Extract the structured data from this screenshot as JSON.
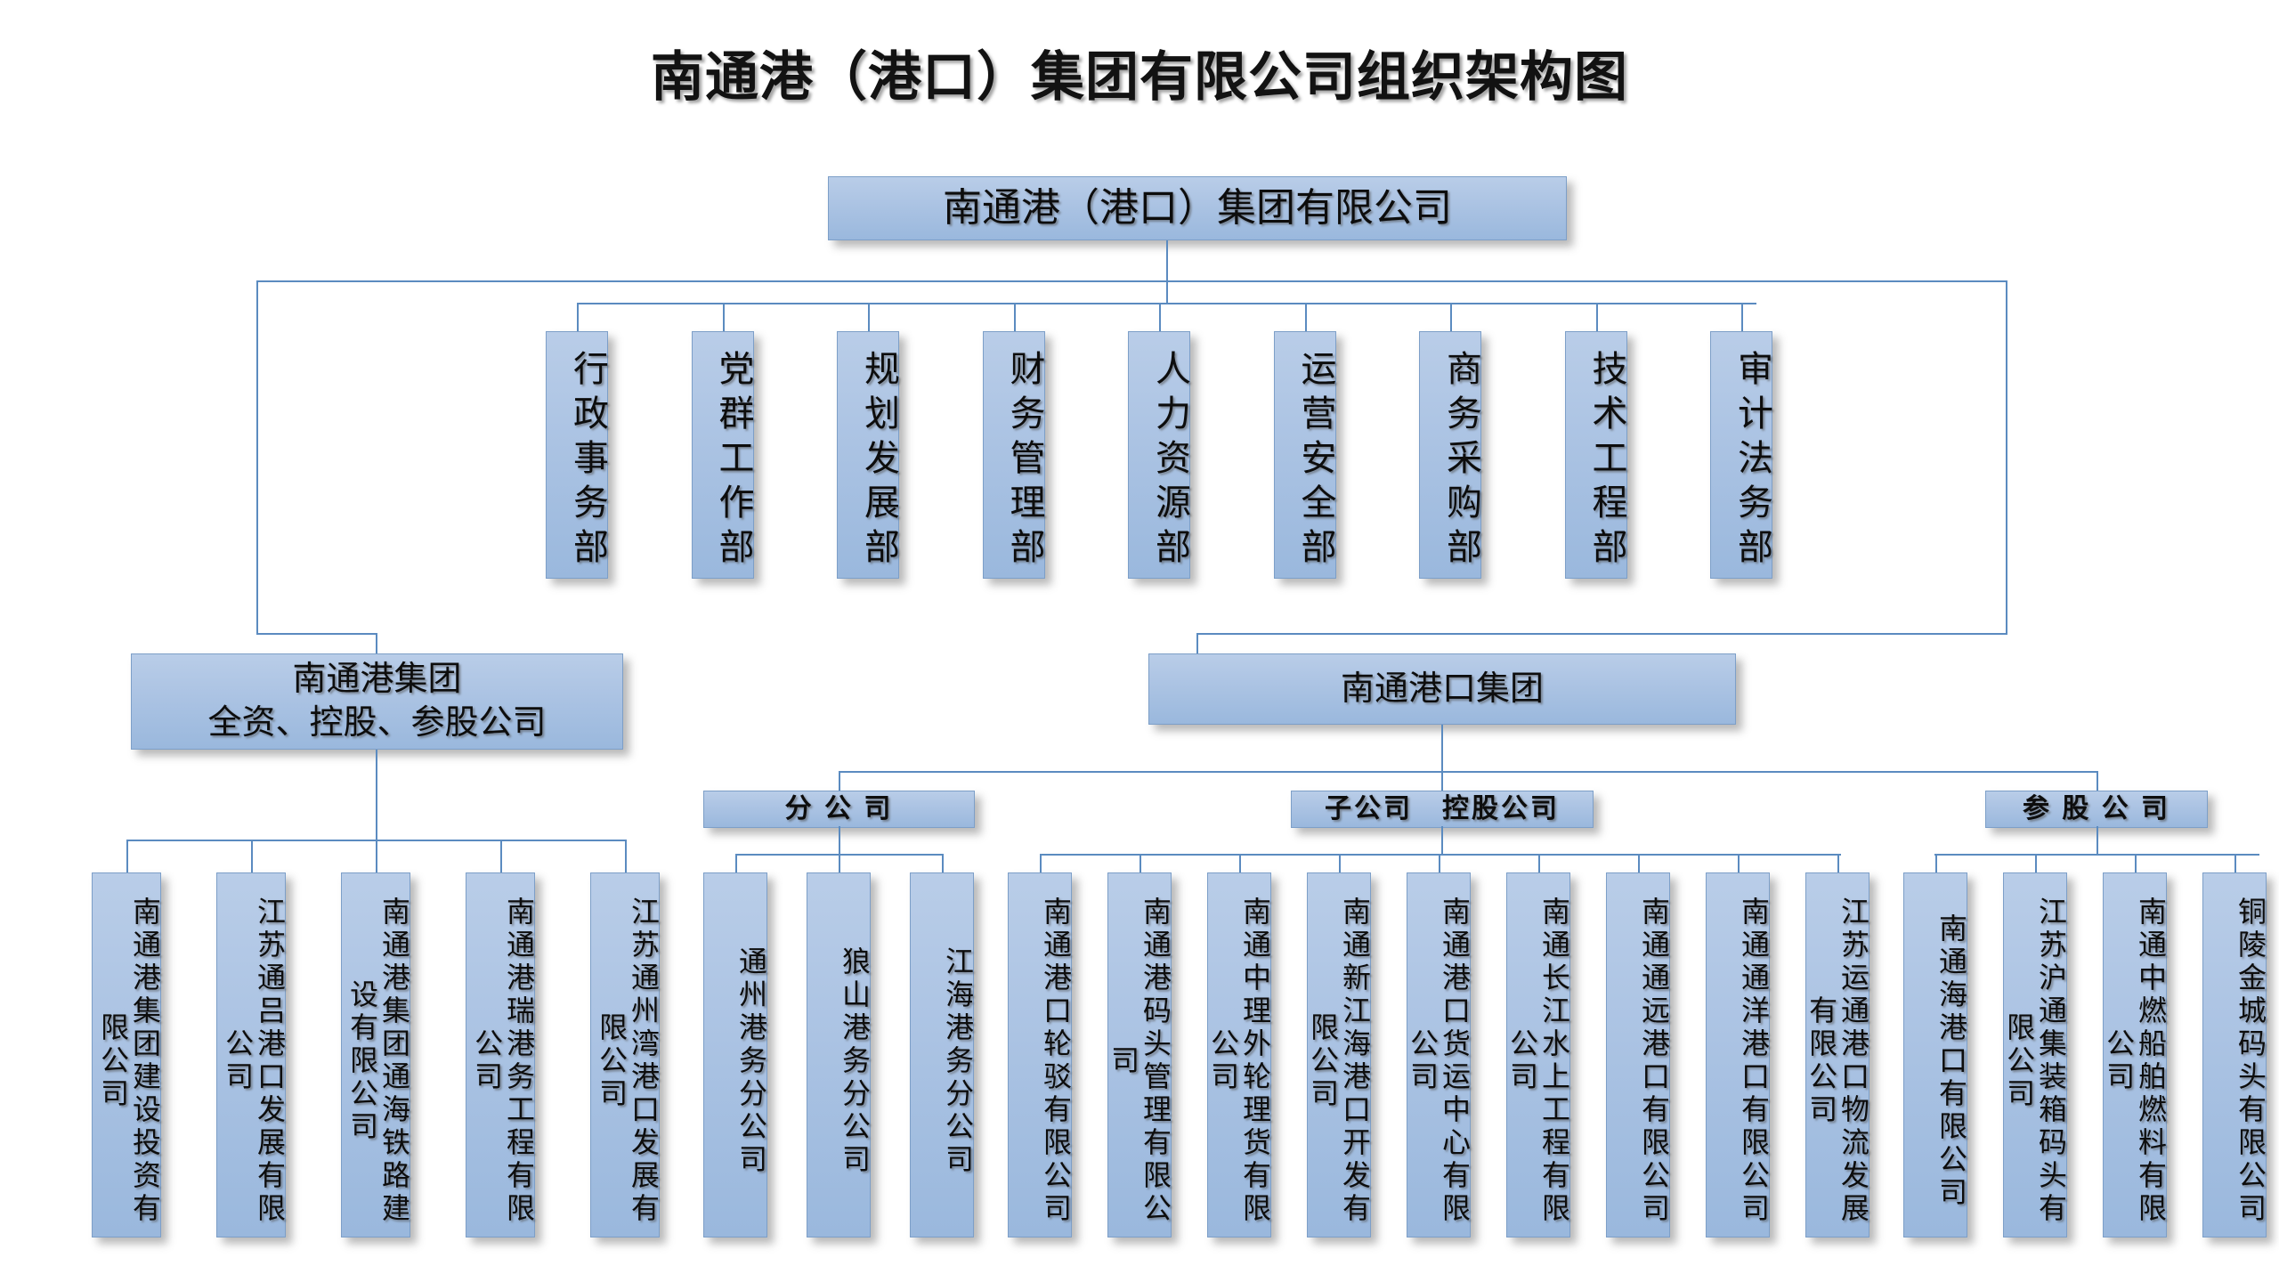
{
  "page": {
    "title": "南通港（港口）集团有限公司组织架构图",
    "accent_box_fill": "#abc3e3",
    "accent_box_border": "#7d9fc8",
    "connector_color": "#5b8bc0",
    "background": "#ffffff"
  },
  "root": {
    "label": "南通港（港口）集团有限公司"
  },
  "departments": [
    {
      "label": "行政事务部"
    },
    {
      "label": "党群工作部"
    },
    {
      "label": "规划发展部"
    },
    {
      "label": "财务管理部"
    },
    {
      "label": "人力资源部"
    },
    {
      "label": "运营安全部"
    },
    {
      "label": "商务采购部"
    },
    {
      "label": "技术工程部"
    },
    {
      "label": "审计法务部"
    }
  ],
  "groups": [
    {
      "name": "南通港集团",
      "subtitle": "全资、控股、参股公司"
    },
    {
      "name": "南通港口集团",
      "subtitle": ""
    }
  ],
  "group_left_children": [
    {
      "label": "南通港集团建设投资有限公司"
    },
    {
      "label": "江苏通吕港口发展有限公司"
    },
    {
      "label": "南通港集团通海铁路建设有限公司"
    },
    {
      "label": "南通港瑞港务工程有限公司"
    },
    {
      "label": "江苏通州湾港口发展有限公司"
    }
  ],
  "categories": [
    {
      "label": "分 公 司"
    },
    {
      "label": "子公司　控股公司"
    },
    {
      "label": "参 股 公 司"
    }
  ],
  "branch_companies": [
    {
      "label": "通州港务分公司"
    },
    {
      "label": "狼山港务分公司"
    },
    {
      "label": "江海港务分公司"
    }
  ],
  "subsidiary_companies": [
    {
      "label": "南通港口轮驳有限公司"
    },
    {
      "label": "南通港码头管理有限公司"
    },
    {
      "label": "南通中理外轮理货有限公司"
    },
    {
      "label": "南通新江海港口开发有限公司"
    },
    {
      "label": "南通港口货运中心有限公司"
    },
    {
      "label": "南通长江水上工程有限公司"
    },
    {
      "label": "南通通远港口有限公司"
    },
    {
      "label": "南通通洋港口有限公司"
    },
    {
      "label": "江苏运通港口物流发展有限公司"
    }
  ],
  "equity_companies": [
    {
      "label": "南通海港口有限公司"
    },
    {
      "label": "江苏沪通集装箱码头有限公司"
    },
    {
      "label": "南通中燃船舶燃料有限公司"
    },
    {
      "label": "铜陵金城码头有限公司"
    }
  ]
}
